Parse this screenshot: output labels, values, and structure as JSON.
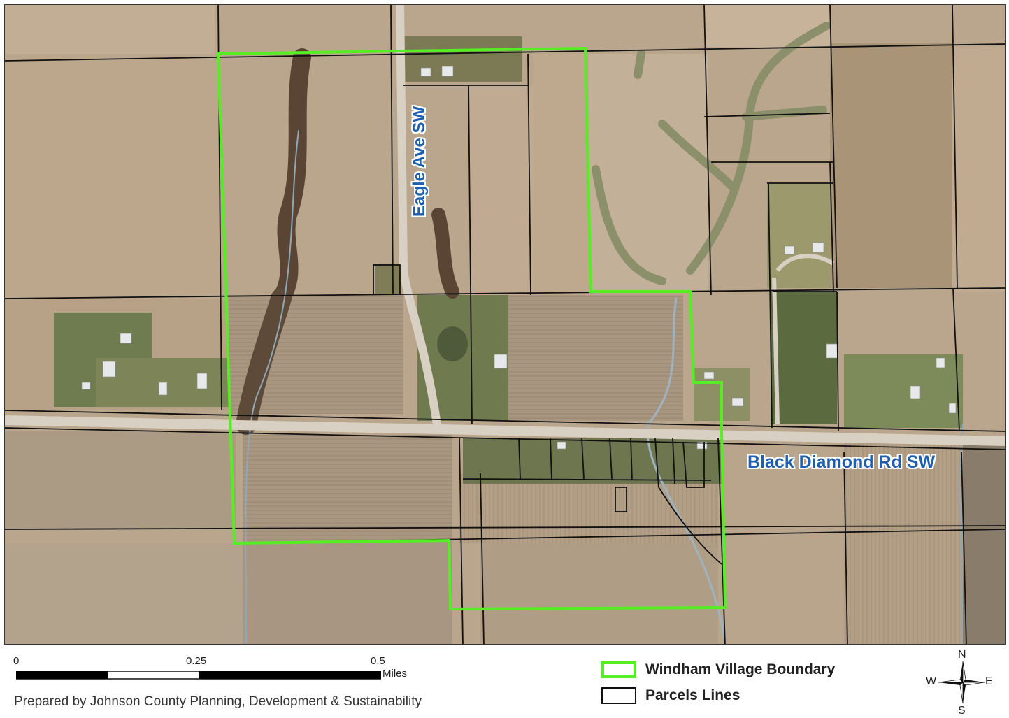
{
  "map": {
    "road_labels": {
      "eagle": "Eagle Ave SW",
      "black_diamond": "Black Diamond Rd SW"
    }
  },
  "colors": {
    "boundary": "#55ee22",
    "parcel_lines": "#111111",
    "road": "#d8d0c2",
    "label_text": "#1f5fb0"
  },
  "scale_bar": {
    "ticks": [
      "0",
      "0.25",
      "0.5"
    ],
    "units": "Miles"
  },
  "credit": "Prepared by Johnson County Planning, Development & Sustainability",
  "legend": {
    "items": [
      {
        "label": "Windham Village Boundary",
        "swatch": "green-outline"
      },
      {
        "label": "Parcels Lines",
        "swatch": "black-outline"
      }
    ]
  },
  "north_arrow": {
    "n": "N",
    "s": "S",
    "e": "E",
    "w": "W"
  }
}
